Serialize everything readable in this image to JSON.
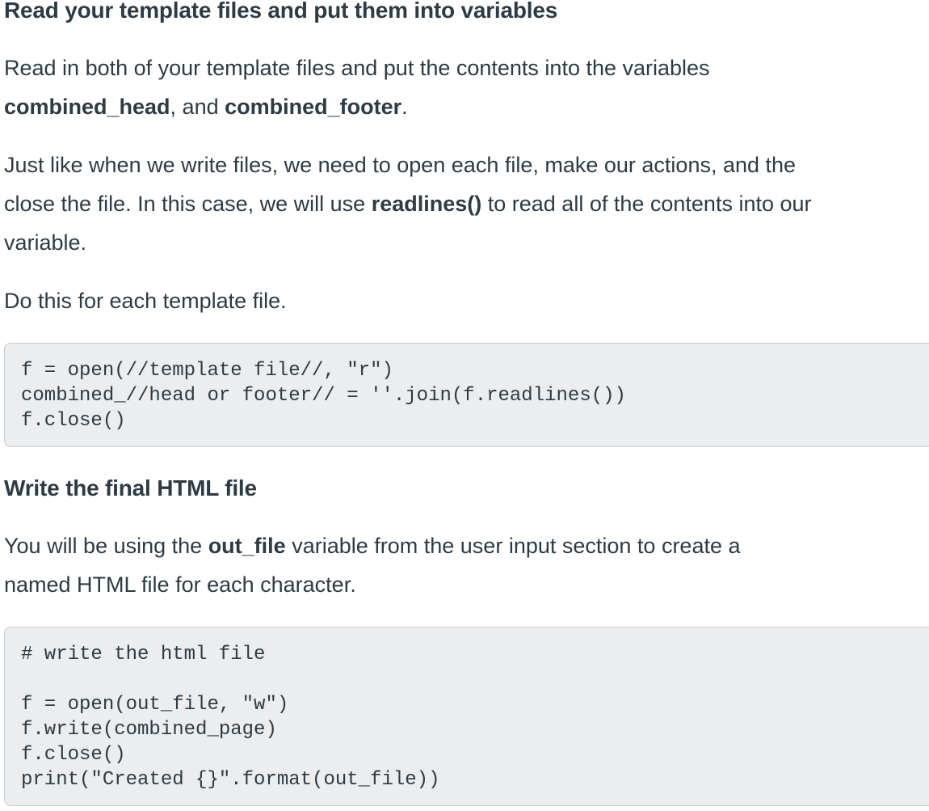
{
  "colors": {
    "text": "#2d3b45",
    "code_background": "#ebedee",
    "code_border": "#c7cdd1",
    "page_background": "#ffffff"
  },
  "article": {
    "section_read": {
      "heading": "Read your template files and put them into variables",
      "paragraph_intro": {
        "parts": [
          {
            "text": "Read in both of your template files and put the contents into the variables\n",
            "bold": false
          },
          {
            "text": "combined_head",
            "bold": true
          },
          {
            "text": ", and ",
            "bold": false
          },
          {
            "text": "combined_footer",
            "bold": true
          },
          {
            "text": ".",
            "bold": false
          }
        ]
      },
      "paragraph_process": {
        "parts": [
          {
            "text": "Just like when we write files, we need to open each file, make our actions, and the\nclose the file. In this case, we will use ",
            "bold": false
          },
          {
            "text": "readlines()",
            "bold": true
          },
          {
            "text": " to read all of the contents into our\nvariable.",
            "bold": false
          }
        ]
      },
      "paragraph_instruction": "Do this for each template file.",
      "code_block": "f = open(//template file//, \"r\")\ncombined_//head or footer// = ''.join(f.readlines())\nf.close()"
    },
    "section_write": {
      "heading": "Write the final HTML file",
      "paragraph_outfile": {
        "parts": [
          {
            "text": "You will be using the ",
            "bold": false
          },
          {
            "text": "out_file",
            "bold": true
          },
          {
            "text": " variable from the user input section to create a\nnamed HTML file for each character.",
            "bold": false
          }
        ]
      },
      "code_block": "# write the html file\n\nf = open(out_file, \"w\")\nf.write(combined_page)\nf.close()\nprint(\"Created {}\".format(out_file))"
    }
  }
}
